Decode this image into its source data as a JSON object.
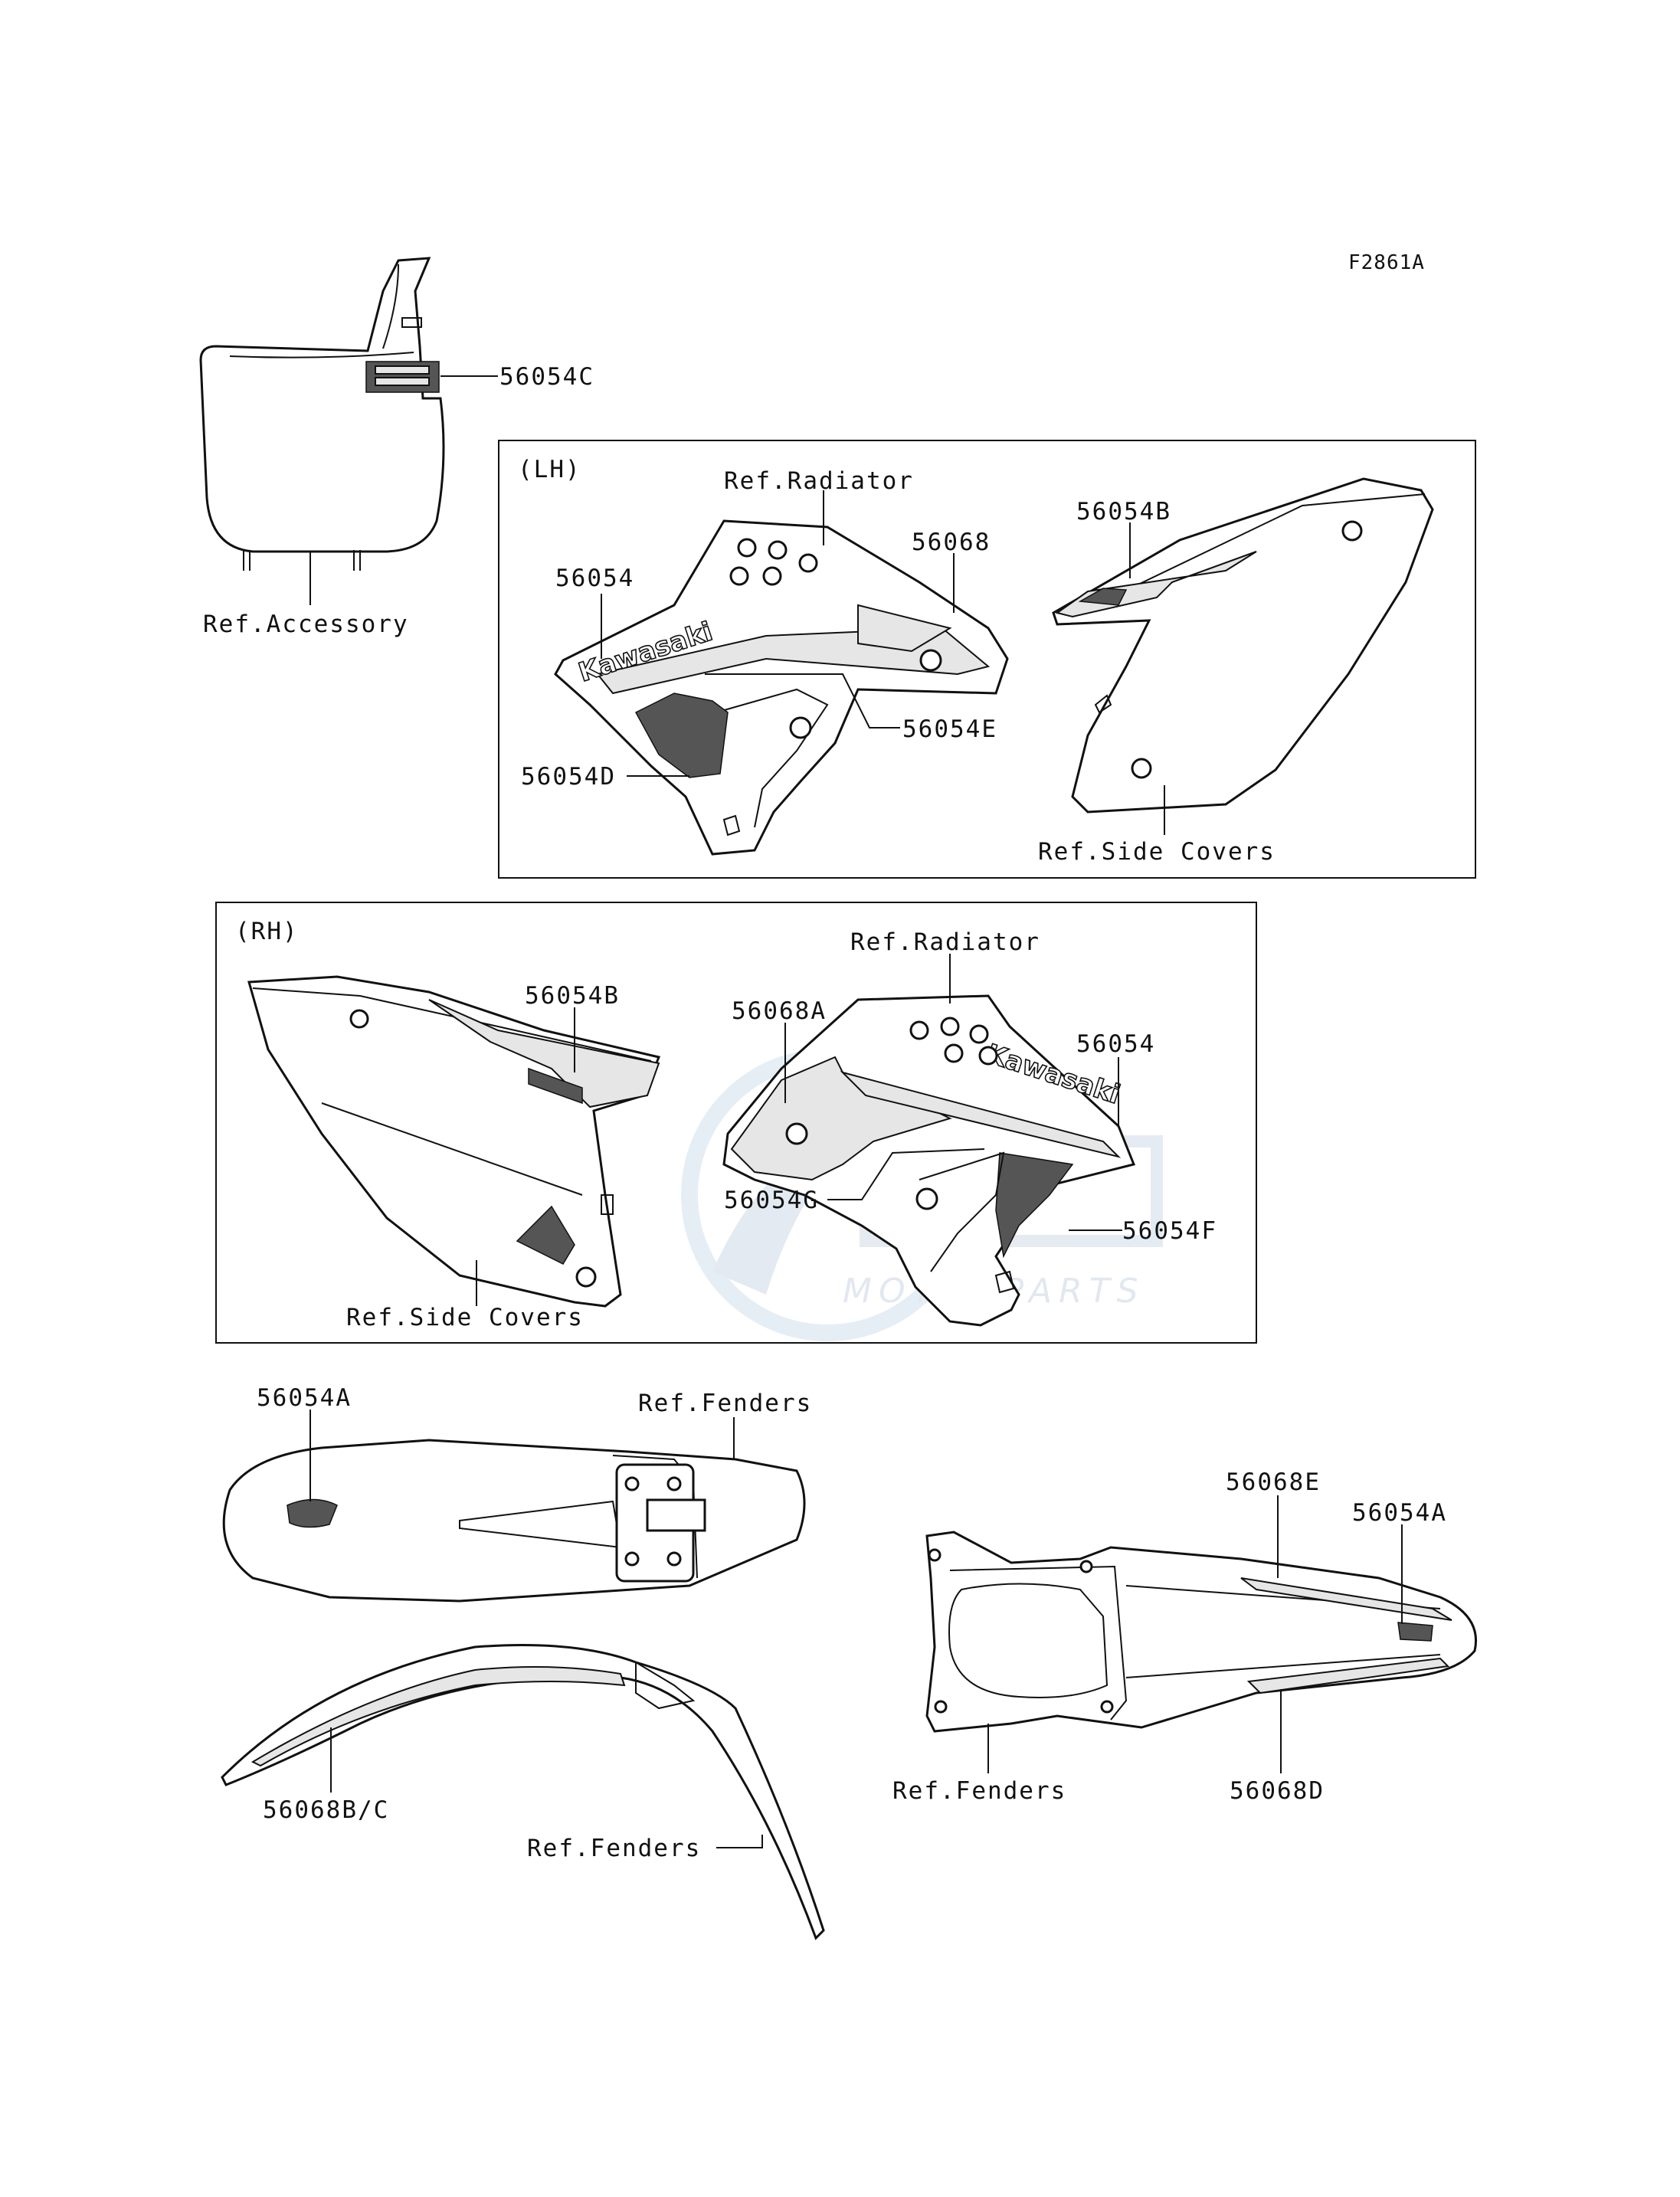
{
  "diagram_code": "F2861A",
  "sections": {
    "lh": "(LH)",
    "rh": "(RH)"
  },
  "labels": {
    "p56054C": "56054C",
    "ref_accessory": "Ref.Accessory",
    "lh_ref_radiator": "Ref.Radiator",
    "lh_56054": "56054",
    "lh_56068": "56068",
    "lh_56054E": "56054E",
    "lh_56054D": "56054D",
    "lh_56054B": "56054B",
    "lh_ref_side_covers": "Ref.Side Covers",
    "rh_ref_radiator": "Ref.Radiator",
    "rh_56054B": "56054B",
    "rh_56068A": "56068A",
    "rh_56054": "56054",
    "rh_56054G": "56054G",
    "rh_56054F": "56054F",
    "rh_ref_side_covers": "Ref.Side Covers",
    "front_56054A": "56054A",
    "front_ref_fenders_top": "Ref.Fenders",
    "front_56068BC": "56068B/C",
    "front_ref_fenders_bottom": "Ref.Fenders",
    "rear_56068E": "56068E",
    "rear_56054A": "56054A",
    "rear_ref_fenders": "Ref.Fenders",
    "rear_56068D": "56068D"
  },
  "decal_text": {
    "brand": "Kawasaki"
  },
  "watermark": {
    "line1": "MOTORPARTS"
  }
}
